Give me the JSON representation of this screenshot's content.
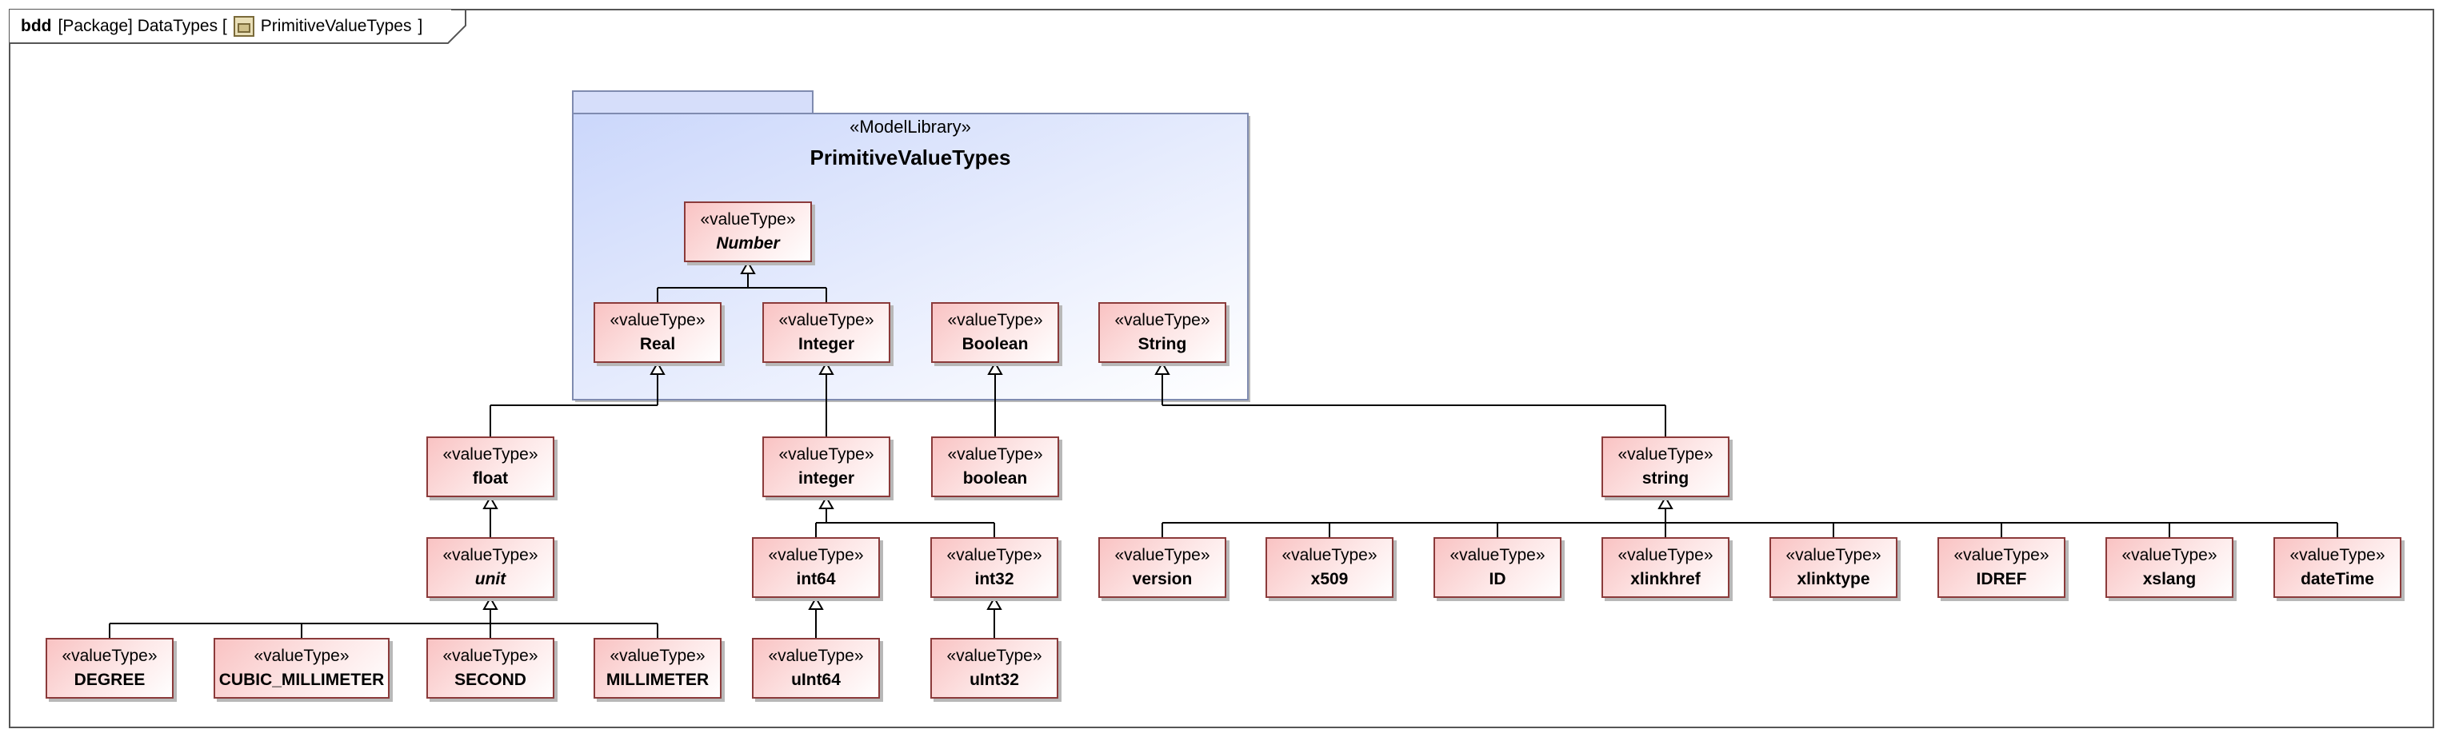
{
  "frame": {
    "kind": "bdd",
    "context": "[Package] DataTypes [",
    "element": "PrimitiveValueTypes",
    "close": "]",
    "icon": "package-icon"
  },
  "package": {
    "stereotype": "«ModelLibrary»",
    "name": "PrimitiveValueTypes"
  },
  "value_types": [
    {
      "id": "Number",
      "stereotype": "«valueType»",
      "name": "Number",
      "abstract": true
    },
    {
      "id": "Real",
      "stereotype": "«valueType»",
      "name": "Real"
    },
    {
      "id": "Integer",
      "stereotype": "«valueType»",
      "name": "Integer"
    },
    {
      "id": "Boolean",
      "stereotype": "«valueType»",
      "name": "Boolean"
    },
    {
      "id": "String",
      "stereotype": "«valueType»",
      "name": "String"
    },
    {
      "id": "float",
      "stereotype": "«valueType»",
      "name": "float"
    },
    {
      "id": "integer",
      "stereotype": "«valueType»",
      "name": "integer"
    },
    {
      "id": "boolean",
      "stereotype": "«valueType»",
      "name": "boolean"
    },
    {
      "id": "string",
      "stereotype": "«valueType»",
      "name": "string"
    },
    {
      "id": "unit",
      "stereotype": "«valueType»",
      "name": "unit",
      "abstract": true
    },
    {
      "id": "int64",
      "stereotype": "«valueType»",
      "name": "int64"
    },
    {
      "id": "int32",
      "stereotype": "«valueType»",
      "name": "int32"
    },
    {
      "id": "version",
      "stereotype": "«valueType»",
      "name": "version"
    },
    {
      "id": "x509",
      "stereotype": "«valueType»",
      "name": "x509"
    },
    {
      "id": "ID",
      "stereotype": "«valueType»",
      "name": "ID"
    },
    {
      "id": "xlinkhref",
      "stereotype": "«valueType»",
      "name": "xlinkhref"
    },
    {
      "id": "xlinktype",
      "stereotype": "«valueType»",
      "name": "xlinktype"
    },
    {
      "id": "IDREF",
      "stereotype": "«valueType»",
      "name": "IDREF"
    },
    {
      "id": "xslang",
      "stereotype": "«valueType»",
      "name": "xslang"
    },
    {
      "id": "dateTime",
      "stereotype": "«valueType»",
      "name": "dateTime"
    },
    {
      "id": "DEGREE",
      "stereotype": "«valueType»",
      "name": "DEGREE"
    },
    {
      "id": "CUBIC_MILLIMETER",
      "stereotype": "«valueType»",
      "name": "CUBIC_MILLIMETER"
    },
    {
      "id": "SECOND",
      "stereotype": "«valueType»",
      "name": "SECOND"
    },
    {
      "id": "MILLIMETER",
      "stereotype": "«valueType»",
      "name": "MILLIMETER"
    },
    {
      "id": "uInt64",
      "stereotype": "«valueType»",
      "name": "uInt64"
    },
    {
      "id": "uInt32",
      "stereotype": "«valueType»",
      "name": "uInt32"
    }
  ],
  "generalizations": [
    {
      "parent": "Number",
      "children": [
        "Real",
        "Integer"
      ]
    },
    {
      "parent": "Real",
      "children": [
        "float"
      ]
    },
    {
      "parent": "Integer",
      "children": [
        "integer"
      ]
    },
    {
      "parent": "Boolean",
      "children": [
        "boolean"
      ]
    },
    {
      "parent": "String",
      "children": [
        "string"
      ]
    },
    {
      "parent": "float",
      "children": [
        "unit"
      ]
    },
    {
      "parent": "unit",
      "children": [
        "DEGREE",
        "CUBIC_MILLIMETER",
        "SECOND",
        "MILLIMETER"
      ]
    },
    {
      "parent": "integer",
      "children": [
        "int64",
        "int32"
      ]
    },
    {
      "parent": "int64",
      "children": [
        "uInt64"
      ]
    },
    {
      "parent": "int32",
      "children": [
        "uInt32"
      ]
    },
    {
      "parent": "string",
      "children": [
        "version",
        "x509",
        "ID",
        "xlinkhref",
        "xlinktype",
        "IDREF",
        "xslang",
        "dateTime"
      ]
    }
  ],
  "colors": {
    "value_type_fill": "#f9c3c3",
    "value_type_border": "#8b3a3a",
    "package_fill": "#d2dcfb",
    "line": "#000000"
  }
}
